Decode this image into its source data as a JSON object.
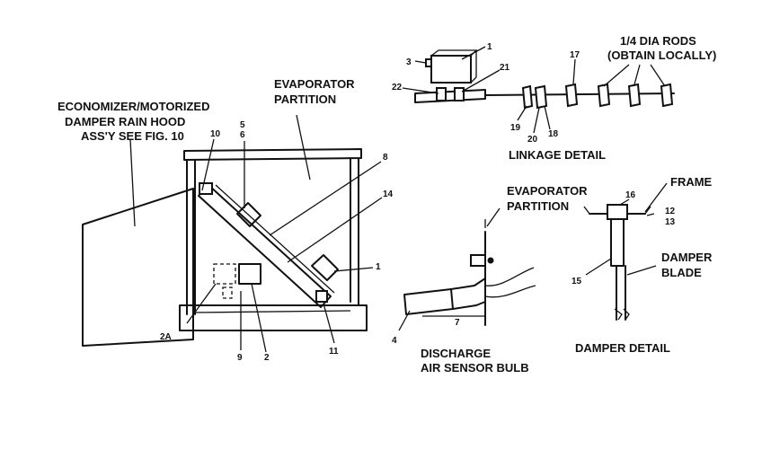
{
  "labels": {
    "economizer_1": "ECONOMIZER/MOTORIZED",
    "economizer_2": "DAMPER RAIN HOOD",
    "economizer_3": "ASS'Y SEE FIG. 10",
    "evap_1": "EVAPORATOR",
    "evap_2": "PARTITION",
    "evap2_1": "EVAPORATOR",
    "evap2_2": "PARTITION",
    "rods_1": "1/4 DIA RODS",
    "rods_2": "(OBTAIN LOCALLY)",
    "linkage_detail": "LINKAGE DETAIL",
    "frame": "FRAME",
    "damper_blade_1": "DAMPER",
    "damper_blade_2": "BLADE",
    "sensor_1": "DISCHARGE",
    "sensor_2": "AIR SENSOR BULB",
    "damper_detail": "DAMPER DETAIL"
  },
  "part_numbers": {
    "n10": "10",
    "n5": "5",
    "n6": "6",
    "n8": "8",
    "n14": "14",
    "n1_main": "1",
    "n2A": "2A",
    "n9": "9",
    "n2": "2",
    "n11": "11",
    "n3": "3",
    "n1_link": "1",
    "n21": "21",
    "n22": "22",
    "n17": "17",
    "n19": "19",
    "n20": "20",
    "n18": "18",
    "n4": "4",
    "n7": "7",
    "n16": "16",
    "n12": "12",
    "n13": "13",
    "n15": "15"
  }
}
